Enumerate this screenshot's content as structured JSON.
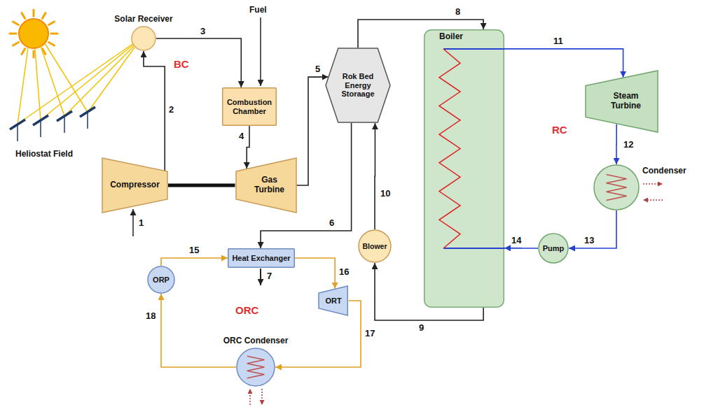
{
  "diagram": {
    "nodes": [
      {
        "text": [
          "Solar Receiver"
        ]
      },
      {
        "text": [
          "Combustion Chamber"
        ]
      },
      {
        "text": [
          "Compressor"
        ]
      },
      {
        "text": [
          "Gas Turbine"
        ]
      },
      {
        "text": [
          "Rok Bed Energy Storaage"
        ]
      },
      {
        "text": [
          "Boiler"
        ]
      },
      {
        "text": [
          "Steam Turbine"
        ]
      },
      {
        "text": [
          "Condenser"
        ]
      },
      {
        "text": [
          "Blower"
        ]
      },
      {
        "text": [
          "Pump"
        ]
      },
      {
        "text": [
          "Heat Exchanger"
        ]
      },
      {
        "text": [
          "ORT"
        ]
      },
      {
        "text": [
          "ORP"
        ]
      },
      {
        "text": [
          "ORC Condenser"
        ]
      }
    ],
    "edges": [
      {
        "from": 2,
        "to": 0,
        "arrow": "to"
      },
      {
        "from": 0,
        "to": 1,
        "arrow": "to"
      },
      {
        "from": 1,
        "to": 3,
        "arrow": "to"
      },
      {
        "from": 2,
        "to": 3,
        "arrow": "none"
      },
      {
        "from": 3,
        "to": 4,
        "arrow": "to"
      },
      {
        "from": 4,
        "to": 10,
        "arrow": "to"
      },
      {
        "from": 4,
        "to": 5,
        "arrow": "to"
      },
      {
        "from": 5,
        "to": 8,
        "arrow": "to"
      },
      {
        "from": 8,
        "to": 4,
        "arrow": "to"
      },
      {
        "from": 5,
        "to": 6,
        "arrow": "to"
      },
      {
        "from": 6,
        "to": 7,
        "arrow": "to"
      },
      {
        "from": 7,
        "to": 9,
        "arrow": "to"
      },
      {
        "from": 9,
        "to": 5,
        "arrow": "to"
      },
      {
        "from": 10,
        "to": 11,
        "arrow": "to"
      },
      {
        "from": 11,
        "to": 13,
        "arrow": "to"
      },
      {
        "from": 13,
        "to": 12,
        "arrow": "to"
      },
      {
        "from": 12,
        "to": 10,
        "arrow": "to"
      }
    ],
    "labels": [
      "Heliostat Field",
      "BC",
      "RC",
      "ORC",
      "Fuel",
      "1",
      "2",
      "3",
      "4",
      "5",
      "6",
      "7",
      "8",
      "9",
      "10",
      "11",
      "12",
      "13",
      "14",
      "15",
      "16",
      "17",
      "18"
    ]
  }
}
